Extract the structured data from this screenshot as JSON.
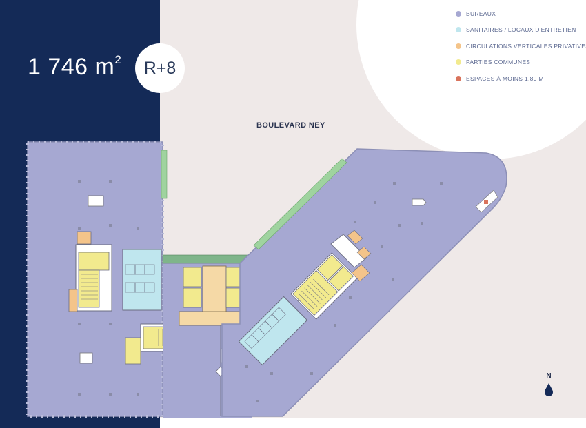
{
  "plan": {
    "area_value": "1 746 m",
    "area_exponent": "2",
    "floor": "R+8",
    "street": "BOULEVARD NEY",
    "north": "N"
  },
  "legend": [
    {
      "label": "BUREAUX",
      "color": "#a6a8d2"
    },
    {
      "label": "SANITAIRES / LOCAUX D'ENTRETIEN",
      "color": "#bfe6ee"
    },
    {
      "label": "CIRCULATIONS VERTICALES PRIVATIVES",
      "color": "#f4c48a"
    },
    {
      "label": "PARTIES COMMUNES",
      "color": "#f2ea8e"
    },
    {
      "label": "ESPACES À MOINS 1,80 M",
      "color": "#d9735c"
    }
  ],
  "colors": {
    "navy": "#142a57",
    "bureaux": "#a6a8d2",
    "sanitaires": "#bfe6ee",
    "circulations": "#f4c48a",
    "communes": "#f2ea8e",
    "espaces": "#d9735c",
    "hall": "#f5d9a6",
    "terrace": "#9fd39f",
    "street_bg": "#efe9e8"
  }
}
